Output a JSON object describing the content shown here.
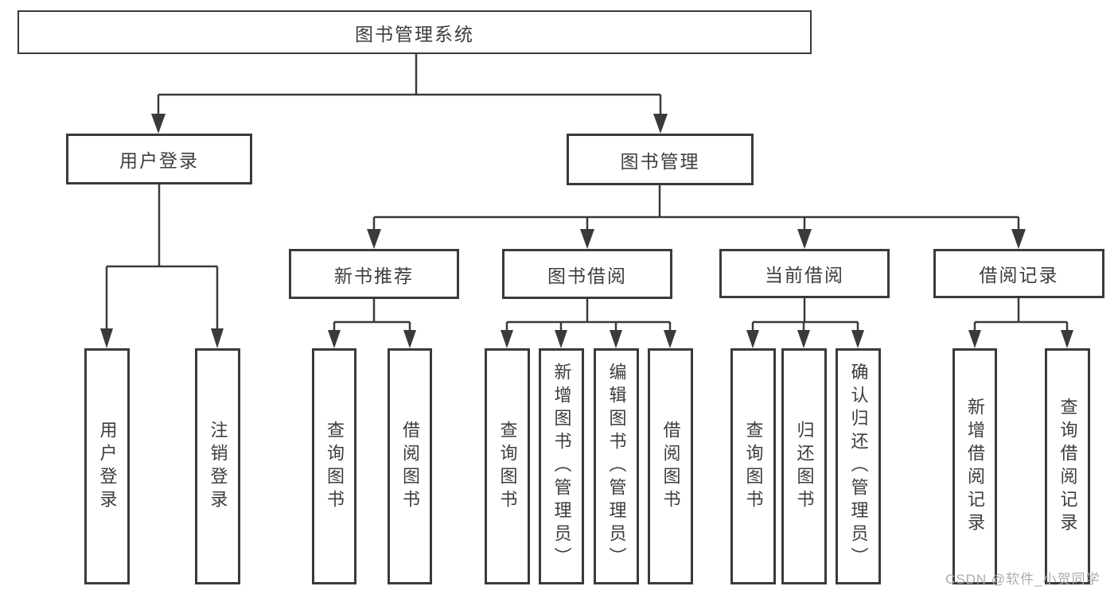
{
  "diagram": {
    "root": {
      "label": "图书管理系统"
    },
    "branches": [
      {
        "label": "用户登录",
        "children": [
          {
            "label": "用户登录"
          },
          {
            "label": "注销登录"
          }
        ]
      },
      {
        "label": "图书管理",
        "sections": [
          {
            "label": "新书推荐",
            "children": [
              {
                "label": "查询图书"
              },
              {
                "label": "借阅图书"
              }
            ]
          },
          {
            "label": "图书借阅",
            "children": [
              {
                "label": "查询图书"
              },
              {
                "label": "新增图书（管理员）"
              },
              {
                "label": "编辑图书（管理员）"
              },
              {
                "label": "借阅图书"
              }
            ]
          },
          {
            "label": "当前借阅",
            "children": [
              {
                "label": "查询图书"
              },
              {
                "label": "归还图书"
              },
              {
                "label": "确认归还（管理员）"
              }
            ]
          },
          {
            "label": "借阅记录",
            "children": [
              {
                "label": "新增借阅记录"
              },
              {
                "label": "查询借阅记录"
              }
            ]
          }
        ]
      }
    ]
  },
  "watermark": {
    "text": "CSDN @软件_小贺同学"
  },
  "colors": {
    "line": "#3a3a3a",
    "box_border": "#3a3a3a",
    "box_fill": "#ffffff",
    "text": "#3d3d3d",
    "watermark": "#ababab",
    "background": "#ffffff"
  }
}
